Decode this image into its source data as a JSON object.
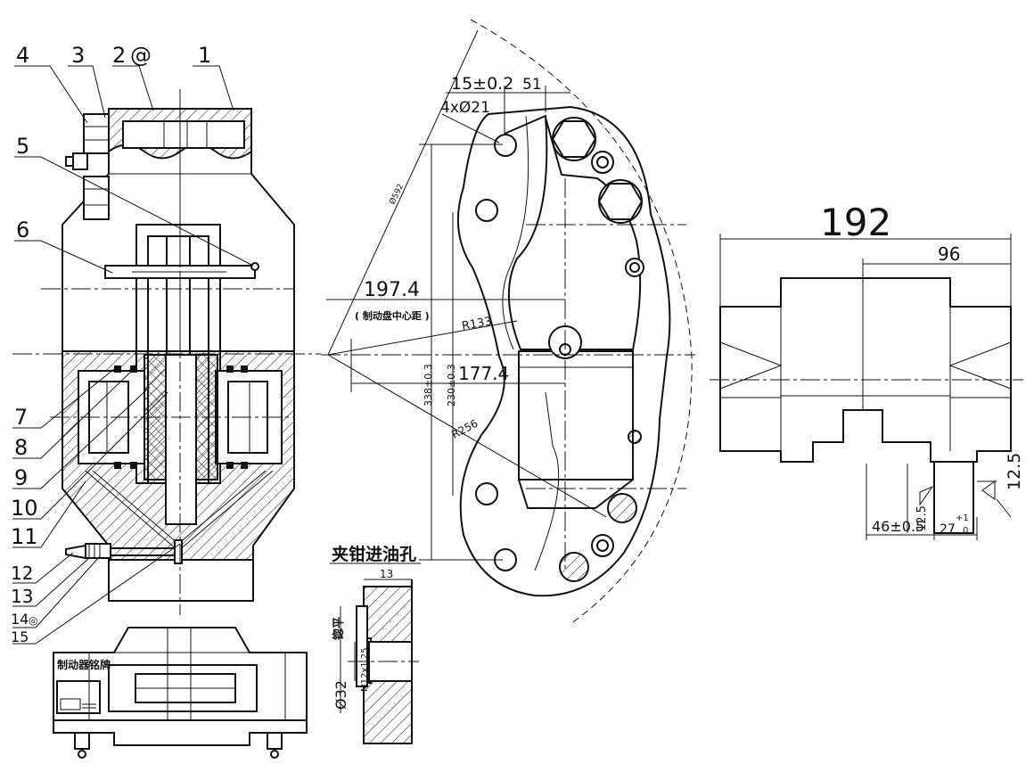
{
  "part_numbers": {
    "n1": "1",
    "n2": "2",
    "n2_mark": "@",
    "n3": "3",
    "n4": "4",
    "n5": "5",
    "n6": "6",
    "n7": "7",
    "n8": "8",
    "n9": "9",
    "n10": "10",
    "n11": "11",
    "n12": "12",
    "n13": "13",
    "n14": "14",
    "n14_mark": "◎",
    "n15": "15"
  },
  "front_view": {
    "dim_15": "15±0.2",
    "dim_51": "51",
    "dim_holes": "4xØ21",
    "dim_592": "Ø592",
    "dim_1974": "197.4",
    "label_center": "( 制动盘中心距 )",
    "dim_r133": "R133",
    "dim_338": "338±0.3",
    "dim_230": "230±0.3",
    "dim_1774": "177.4",
    "dim_r256": "R256"
  },
  "side_view": {
    "dim_192": "192",
    "dim_96": "96",
    "dim_125_a": "12.5",
    "dim_125_b": "12.5",
    "dim_46": "46±0.5",
    "dim_27": "27",
    "dim_27_tol_upper": "+1",
    "dim_27_tol_lower": "0"
  },
  "oil_port": {
    "title": "夹钳进油孔",
    "dim_13": "13",
    "dim_32": "Ø32",
    "label_flat": "锪平",
    "thread": "M12x1.25"
  },
  "bottom_view": {
    "nameplate": "制动器铭牌"
  }
}
